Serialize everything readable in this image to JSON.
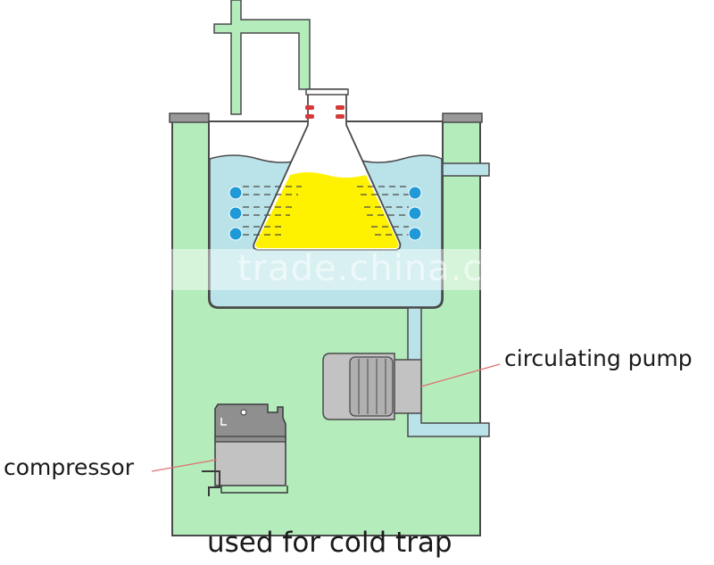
{
  "labels": {
    "circulating_pump": "circulating pump",
    "compressor": "compressor",
    "caption": "used for cold trap",
    "watermark": "trade.china.cn"
  },
  "colors": {
    "cabinet": "#b4ecbc",
    "cabinet_stroke": "#4a4a4a",
    "water": "#b9e3e8",
    "liquid": "#fff200",
    "lid": "#999999",
    "motor": "#c2c2c2",
    "bubble": "#1f9ad6",
    "leader_line": "#e07070",
    "seal": "#d43a3a"
  },
  "icons": [
    "flask-icon",
    "pump-motor-icon",
    "compressor-icon",
    "coil-bubble-icon"
  ]
}
